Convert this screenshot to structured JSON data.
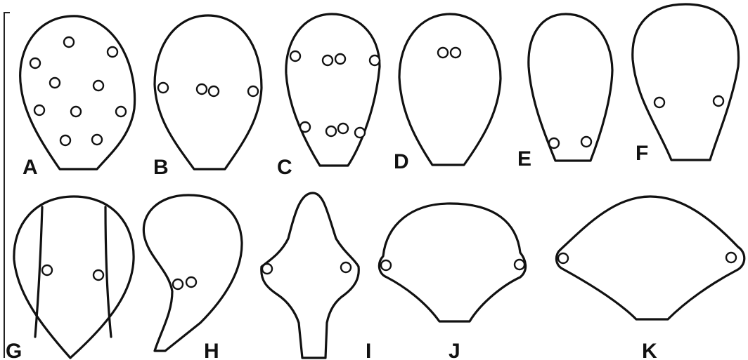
{
  "figure": {
    "panels": [
      {
        "id": "A",
        "label": "A"
      },
      {
        "id": "B",
        "label": "B"
      },
      {
        "id": "C",
        "label": "C"
      },
      {
        "id": "D",
        "label": "D"
      },
      {
        "id": "E",
        "label": "E"
      },
      {
        "id": "F",
        "label": "F"
      },
      {
        "id": "G",
        "label": "G"
      },
      {
        "id": "H",
        "label": "H"
      },
      {
        "id": "I",
        "label": "I"
      },
      {
        "id": "J",
        "label": "J"
      },
      {
        "id": "K",
        "label": "K"
      }
    ]
  }
}
